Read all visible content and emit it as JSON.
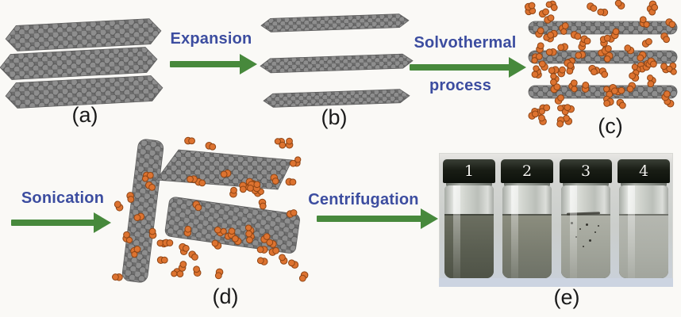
{
  "figure": {
    "panel_labels": {
      "a": "(a)",
      "b": "(b)",
      "c": "(c)",
      "d": "(d)",
      "e": "(e)"
    }
  },
  "steps": {
    "expansion": {
      "label": "Expansion"
    },
    "solvothermal": {
      "line1": "Solvothermal",
      "line2": "process"
    },
    "sonication": {
      "label": "Sonication"
    },
    "centrifugation": {
      "label": "Centrifugation"
    }
  },
  "photo": {
    "vial_numbers": [
      "1",
      "2",
      "3",
      "4"
    ]
  },
  "colors": {
    "step_label_blue": "#3c4da0",
    "arrow_green": "#47893c",
    "graphite_gray": "#8e8e8e",
    "solvent_orange": "#dd7330",
    "panel_label_black": "#1a1a1a",
    "vial_cap_black": "#14180f"
  }
}
